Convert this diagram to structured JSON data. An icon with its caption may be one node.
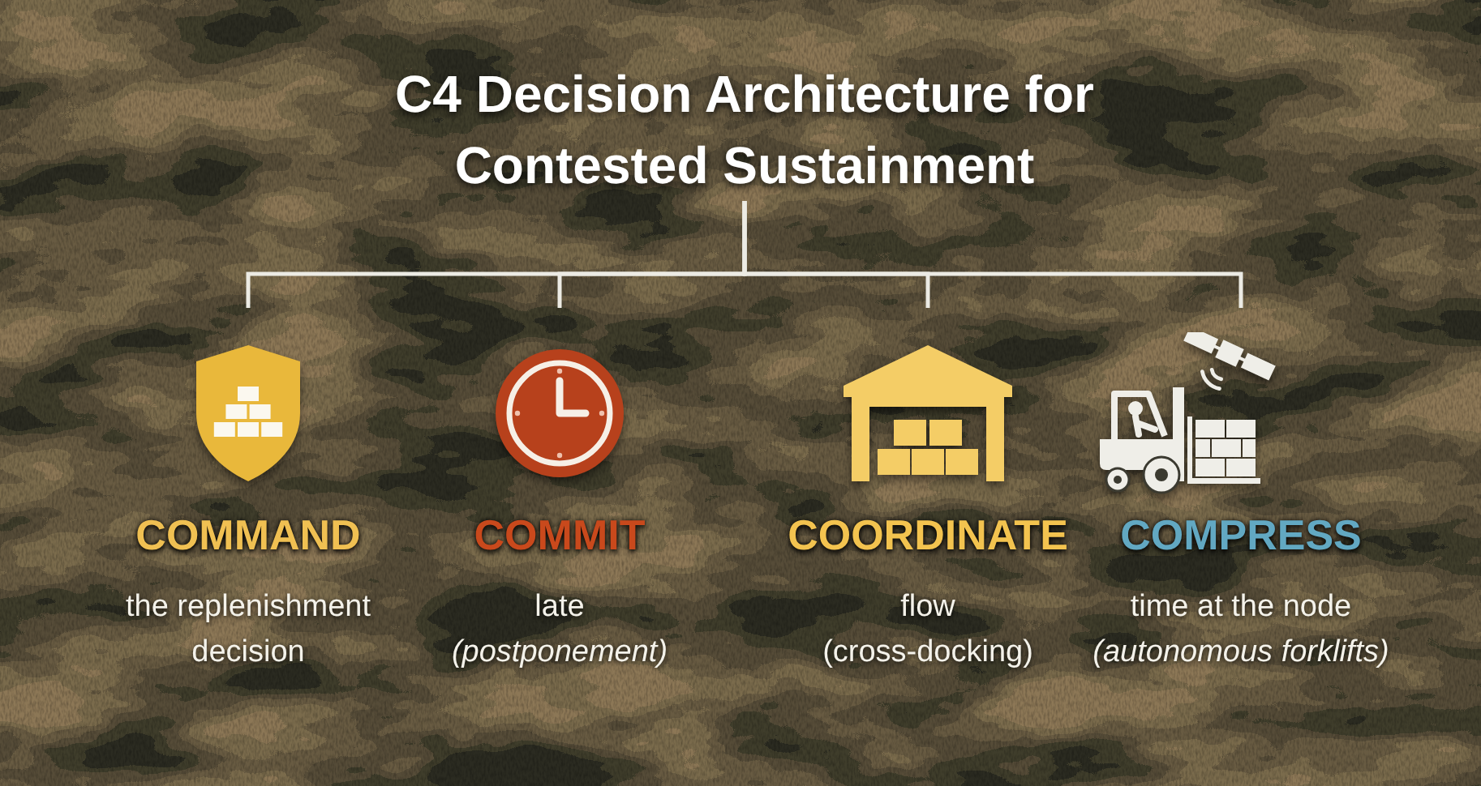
{
  "diagram": {
    "nodes": [
      {
        "text": [
          "C4 Decision Architecture for Contested Sustainment"
        ]
      },
      {
        "text": [
          "COMMAND",
          "the replenishment decision"
        ]
      },
      {
        "text": [
          "COMMIT",
          "late",
          "(postponement)"
        ]
      },
      {
        "text": [
          "COORDINATE",
          "flow",
          "(cross-docking)"
        ]
      },
      {
        "text": [
          "COMPRESS",
          "time at the node",
          "(autonomous forklifts)"
        ]
      }
    ],
    "edges": [
      {
        "from": 0,
        "to": 1,
        "arrow": "none"
      },
      {
        "from": 0,
        "to": 2,
        "arrow": "none"
      },
      {
        "from": 0,
        "to": 3,
        "arrow": "none"
      },
      {
        "from": 0,
        "to": 4,
        "arrow": "none"
      }
    ]
  }
}
